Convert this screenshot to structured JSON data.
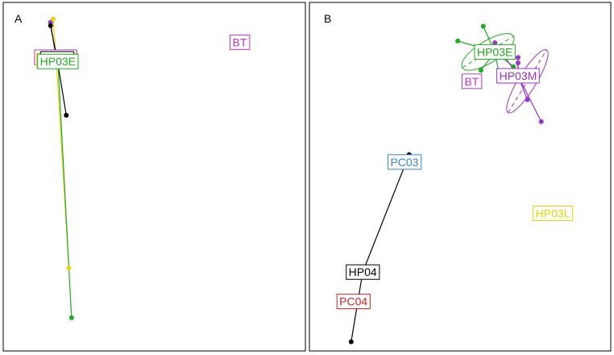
{
  "chart_data": [
    {
      "type": "scatter",
      "panel": "A",
      "groups": [
        {
          "name": "HP03M",
          "color": "#9932cc",
          "centroid": [
            -0.15,
            0.885
          ],
          "points": [
            [
              -0.17,
              0.99
            ],
            [
              -0.13,
              0.86
            ]
          ],
          "label_color": "#cc33cc"
        },
        {
          "name": "HP03L",
          "color": "#e8d400",
          "centroid": [
            -0.148,
            0.875
          ],
          "points": [
            [
              -0.1,
              0.25
            ],
            [
              -0.16,
              1.0
            ]
          ],
          "label_color": "#e8d400"
        },
        {
          "name": "HP04",
          "color": "#000000",
          "centroid": [
            -0.145,
            0.88
          ],
          "points": [
            [
              -0.11,
              0.71
            ],
            [
              -0.17,
              0.98
            ]
          ],
          "label_color": "#000000"
        },
        {
          "name": "HP03E",
          "color": "#22aa22",
          "centroid": [
            -0.142,
            0.872
          ],
          "points": [
            [
              -0.09,
              0.1
            ],
            [
              -0.15,
              0.87
            ]
          ],
          "label_color": "#22aa22"
        },
        {
          "name": "BT",
          "color": "#cc33cc",
          "centroid": [
            0.55,
            0.93
          ],
          "points": [],
          "label_color": "#cc33cc"
        }
      ],
      "xlim": [
        -0.35,
        0.8
      ],
      "ylim": [
        0,
        1.05
      ]
    },
    {
      "type": "scatter",
      "panel": "B",
      "groups": [
        {
          "name": "HP03E",
          "color": "#22aa22",
          "centroid": [
            0.1,
            0.58
          ],
          "points": [
            [
              0.05,
              0.72
            ],
            [
              -0.06,
              0.64
            ],
            [
              0.12,
              0.45
            ],
            [
              0.18,
              0.5
            ],
            [
              0.04,
              0.48
            ]
          ],
          "ellipse": {
            "center": [
              0.07,
              0.58
            ],
            "rx": 0.14,
            "ry": 0.047,
            "angle_deg": 38
          },
          "label_color": "#22aa22"
        },
        {
          "name": "HP03M",
          "color": "#9932cc",
          "centroid": [
            0.2,
            0.45
          ],
          "points": [
            [
              0.1,
              0.63
            ],
            [
              0.2,
              0.55
            ],
            [
              0.26,
              0.45
            ],
            [
              0.24,
              0.32
            ],
            [
              0.3,
              0.2
            ],
            [
              0.2,
              0.52
            ]
          ],
          "ellipse": {
            "center": [
              0.24,
              0.42
            ],
            "rx": 0.19,
            "ry": 0.038,
            "angle_deg": 64
          },
          "label_color": "#9932cc"
        },
        {
          "name": "BT",
          "color": "#cc33cc",
          "centroid": [
            0.0,
            0.42
          ],
          "points": [],
          "label_color": "#cc33cc"
        },
        {
          "name": "HP03L",
          "color": "#e8d400",
          "centroid": [
            0.35,
            -0.3
          ],
          "points": [
            [
              0.35,
              -0.3
            ]
          ],
          "label_color": "#e8d400"
        },
        {
          "name": "PC03",
          "color": "#3388dd",
          "centroid": [
            -0.29,
            -0.02
          ],
          "points": [
            [
              -0.27,
              0.02
            ]
          ],
          "label_color": "#3388dd"
        },
        {
          "name": "HP04",
          "color": "#000000",
          "centroid": [
            -0.47,
            -0.62
          ],
          "points": [
            [
              -0.27,
              0.02
            ],
            [
              -0.52,
              -1.0
            ]
          ],
          "label_color": "#000000"
        },
        {
          "name": "PC04",
          "color": "#dd2222",
          "centroid": [
            -0.51,
            -0.78
          ],
          "points": [],
          "label_color": "#dd2222"
        }
      ],
      "xlim": [
        -0.7,
        0.6
      ],
      "ylim": [
        -1.05,
        0.85
      ]
    }
  ],
  "panels": [
    {
      "letter": "A"
    },
    {
      "letter": "B"
    }
  ]
}
